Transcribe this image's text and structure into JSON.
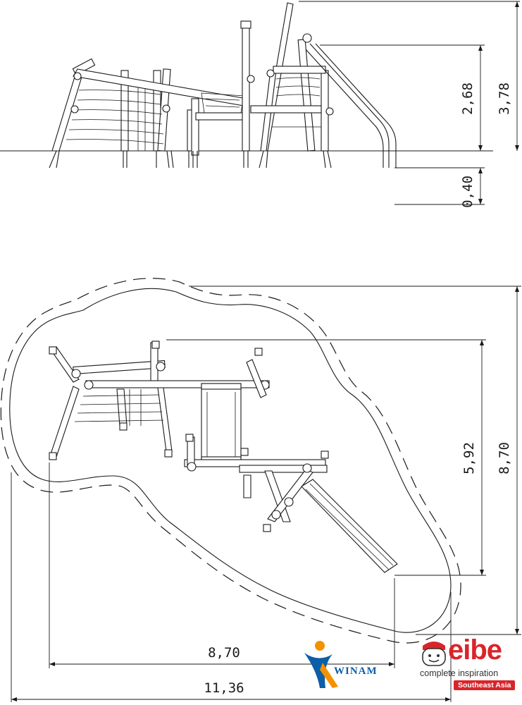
{
  "dimensions": {
    "elevation": {
      "height_platform": "2,68",
      "height_total": "3,78",
      "depth_foundation": "0,40"
    },
    "plan": {
      "depth_inner": "5,92",
      "depth_outer": "8,70",
      "width_inner": "8,70",
      "width_outer": "11,36"
    }
  },
  "logos": {
    "winam": "WINAM",
    "eibe": {
      "word": "eibe",
      "tagline": "complete inspiration",
      "region": "Southeast Asia"
    }
  },
  "colors": {
    "line": "#1a1a1a",
    "eibe_red": "#d9252a",
    "winam_blue": "#0b5ea8",
    "winam_orange": "#f39200"
  }
}
